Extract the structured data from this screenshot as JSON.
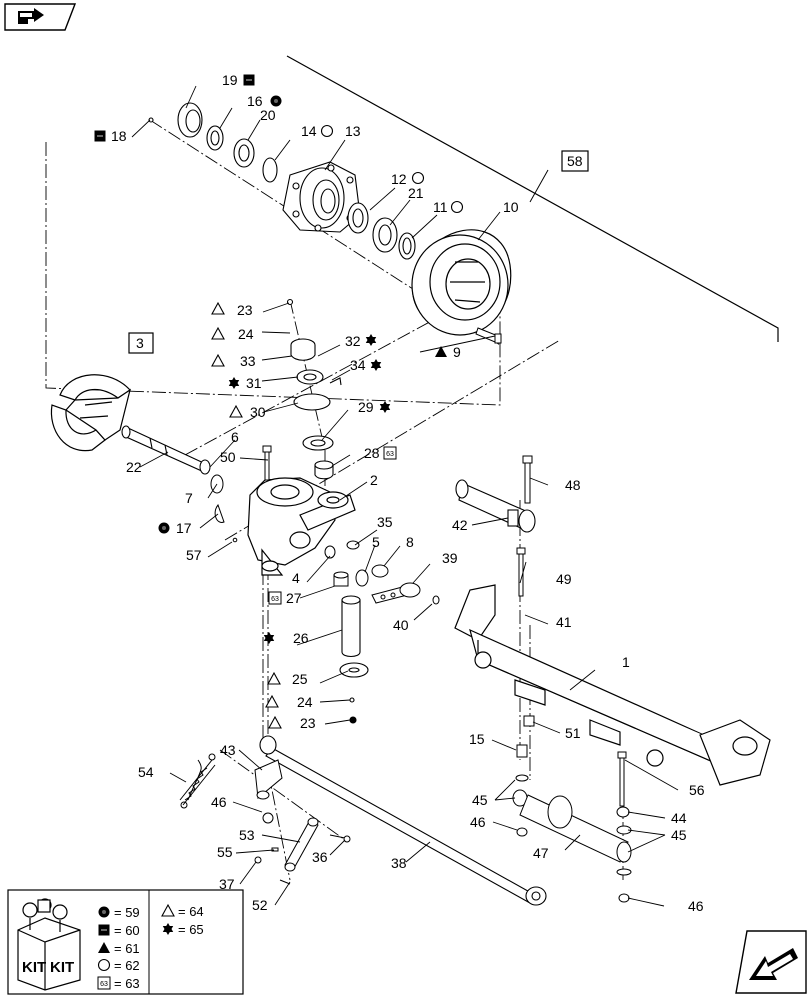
{
  "navigation": {
    "top_button_icon": "hand-pointing-right-icon",
    "bottom_button_icon": "arrow-down-left-icon"
  },
  "callouts": [
    {
      "id": "c19",
      "text": "19"
    },
    {
      "id": "c16",
      "text": "16"
    },
    {
      "id": "c18",
      "text": "18"
    },
    {
      "id": "c20",
      "text": "20"
    },
    {
      "id": "c14",
      "text": "14"
    },
    {
      "id": "c13",
      "text": "13"
    },
    {
      "id": "c12",
      "text": "12"
    },
    {
      "id": "c21",
      "text": "21"
    },
    {
      "id": "c11",
      "text": "11"
    },
    {
      "id": "c10",
      "text": "10"
    },
    {
      "id": "c58",
      "text": "58"
    },
    {
      "id": "c23a",
      "text": "23"
    },
    {
      "id": "c24a",
      "text": "24"
    },
    {
      "id": "c33",
      "text": "33"
    },
    {
      "id": "c32",
      "text": "32"
    },
    {
      "id": "c9",
      "text": "9"
    },
    {
      "id": "c3",
      "text": "3"
    },
    {
      "id": "c31",
      "text": "31"
    },
    {
      "id": "c34",
      "text": "34"
    },
    {
      "id": "c30",
      "text": "30"
    },
    {
      "id": "c29",
      "text": "29"
    },
    {
      "id": "c6",
      "text": "6"
    },
    {
      "id": "c22",
      "text": "22"
    },
    {
      "id": "c50",
      "text": "50"
    },
    {
      "id": "c28",
      "text": "28"
    },
    {
      "id": "c2",
      "text": "2"
    },
    {
      "id": "c48",
      "text": "48"
    },
    {
      "id": "c7",
      "text": "7"
    },
    {
      "id": "c17",
      "text": "17"
    },
    {
      "id": "c42",
      "text": "42"
    },
    {
      "id": "c35",
      "text": "35"
    },
    {
      "id": "c5",
      "text": "5"
    },
    {
      "id": "c8",
      "text": "8"
    },
    {
      "id": "c57",
      "text": "57"
    },
    {
      "id": "c39",
      "text": "39"
    },
    {
      "id": "c4",
      "text": "4"
    },
    {
      "id": "c49",
      "text": "49"
    },
    {
      "id": "c27",
      "text": "27"
    },
    {
      "id": "c41",
      "text": "41"
    },
    {
      "id": "c40",
      "text": "40"
    },
    {
      "id": "c26",
      "text": "26"
    },
    {
      "id": "c1",
      "text": "1"
    },
    {
      "id": "c25",
      "text": "25"
    },
    {
      "id": "c24b",
      "text": "24"
    },
    {
      "id": "c23b",
      "text": "23"
    },
    {
      "id": "c51",
      "text": "51"
    },
    {
      "id": "c15",
      "text": "15"
    },
    {
      "id": "c43",
      "text": "43"
    },
    {
      "id": "c54",
      "text": "54"
    },
    {
      "id": "c56",
      "text": "56"
    },
    {
      "id": "c45a",
      "text": "45"
    },
    {
      "id": "c44",
      "text": "44"
    },
    {
      "id": "c46a",
      "text": "46"
    },
    {
      "id": "c46b",
      "text": "46"
    },
    {
      "id": "c45b",
      "text": "45"
    },
    {
      "id": "c53",
      "text": "53"
    },
    {
      "id": "c36",
      "text": "36"
    },
    {
      "id": "c47",
      "text": "47"
    },
    {
      "id": "c55",
      "text": "55"
    },
    {
      "id": "c38",
      "text": "38"
    },
    {
      "id": "c37",
      "text": "37"
    },
    {
      "id": "c52",
      "text": "52"
    },
    {
      "id": "c46c",
      "text": "46"
    }
  ],
  "legend": {
    "kit_top": "KIT",
    "kit_bottom": "KIT",
    "items": [
      {
        "symbol": "filled-circle-code",
        "text": "= 59"
      },
      {
        "symbol": "filled-square-code",
        "text": "= 60"
      },
      {
        "symbol": "filled-triangle",
        "text": "= 61"
      },
      {
        "symbol": "open-circle",
        "text": "= 62"
      },
      {
        "symbol": "boxed-code",
        "text": "= 63"
      },
      {
        "symbol": "open-triangle",
        "text": "= 64"
      },
      {
        "symbol": "six-point-star",
        "text": "= 65"
      }
    ]
  }
}
